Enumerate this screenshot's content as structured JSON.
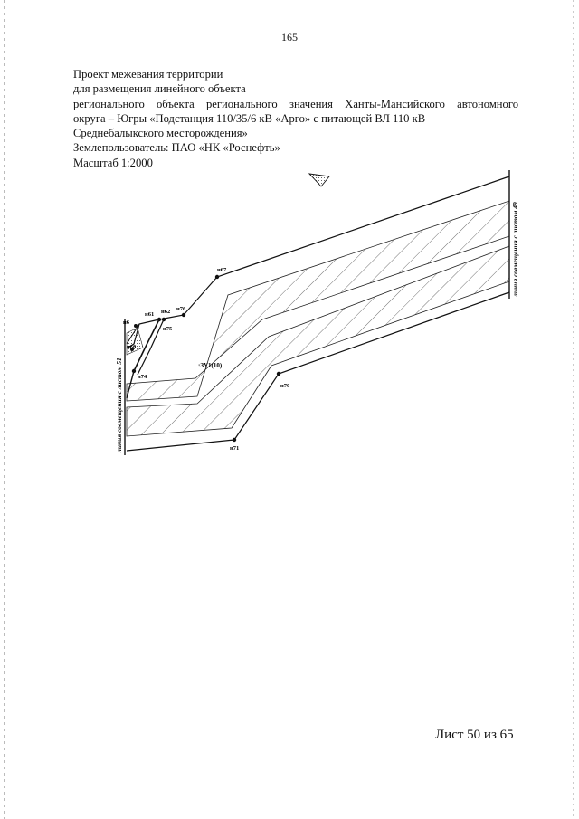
{
  "page_number": "165",
  "header": {
    "line1": "Проект межевания территории",
    "line2": "для размещения линейного объекта",
    "line3": "регионального объекта регионального значения Ханты-Мансийского автономного",
    "line4": "округа – Югры «Подстанция 110/35/6 кВ «Арго» с питающей ВЛ 110 кВ",
    "line5": "Среднебалыкского месторождения»",
    "line6": "Землепользователь: ПАО «НК «Роснефть»",
    "line7": "Масштаб 1:2000"
  },
  "map": {
    "parcel_label": ":ЗУ1(10)",
    "right_sheet_line": "линия совмещения с листом 49",
    "left_sheet_line": "линия совмещения с листом 51",
    "points": {
      "n67": "н67",
      "n76": "н76",
      "n62": "н62",
      "n61": "н61",
      "n75": "н75",
      "n6": "н6",
      "n60": "н60",
      "n74": "н74",
      "n70": "н70",
      "n71": "н71"
    }
  },
  "footer": {
    "sheet": "Лист 50 из 65"
  }
}
